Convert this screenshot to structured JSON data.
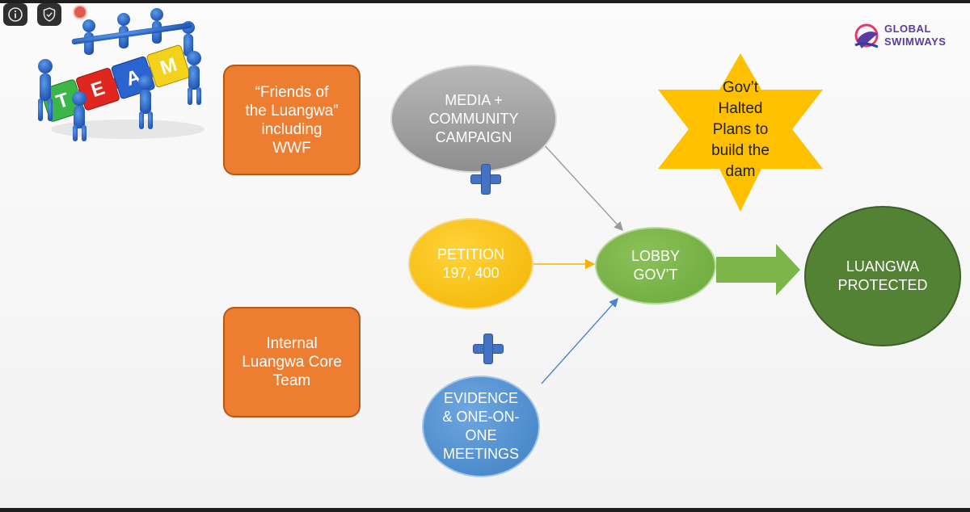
{
  "slide": {
    "logo": {
      "line1": "GLOBAL",
      "line2": "SWIMWAYS"
    },
    "clipart": {
      "letters": [
        "T",
        "E",
        "A",
        "M"
      ]
    },
    "boxes": {
      "friends": "“Friends of\nthe Luangwa”\nincluding\nWWF",
      "internal": "Internal\nLuangwa Core\nTeam"
    },
    "nodes": {
      "media": "MEDIA +\nCOMMUNITY\nCAMPAIGN",
      "petition": "PETITION\n197, 400",
      "evidence": "EVIDENCE\n& ONE-ON-\nONE\nMEETINGS",
      "lobby": "LOBBY\nGOV’T",
      "protected": "LUANGWA\nPROTECTED"
    },
    "star": "Gov’t\nHalted\nPlans to\nbuild the\ndam"
  },
  "colors": {
    "orange": "#ED7D31",
    "gray": "#A6A6A6",
    "yellow": "#FFC000",
    "blue": "#5B9BD5",
    "green_light": "#7CB54A",
    "green_dark": "#548235",
    "plus_blue": "#4472C4",
    "logo_purple": "#5B3AA6"
  }
}
